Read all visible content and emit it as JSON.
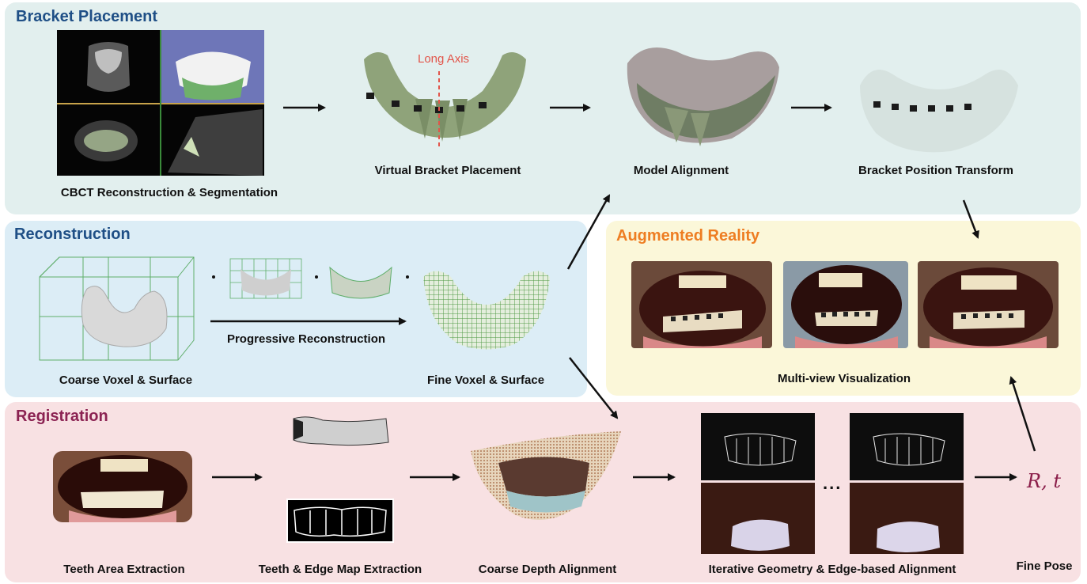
{
  "panels": {
    "bracket": {
      "title": "Bracket Placement",
      "color": "#1f4f86"
    },
    "reconstruction": {
      "title": "Reconstruction",
      "color": "#1f4f86"
    },
    "ar": {
      "title": "Augmented Reality",
      "color": "#ee7d22"
    },
    "registration": {
      "title": "Registration",
      "color": "#8b2252"
    }
  },
  "bracket": {
    "cbct_caption": "CBCT Reconstruction & Segmentation",
    "virtual_caption": "Virtual Bracket Placement",
    "long_axis_label": "Long Axis",
    "alignment_caption": "Model Alignment",
    "transform_caption": "Bracket Position Transform"
  },
  "reconstruction": {
    "coarse_caption": "Coarse Voxel & Surface",
    "progressive_caption": "Progressive Reconstruction",
    "fine_caption": "Fine Voxel & Surface"
  },
  "ar": {
    "multiview_caption": "Multi-view Visualization"
  },
  "registration": {
    "teeth_area_caption": "Teeth Area Extraction",
    "edge_map_caption": "Teeth & Edge Map Extraction",
    "depth_caption": "Coarse Depth Alignment",
    "iterative_caption": "Iterative Geometry & Edge-based Alignment",
    "ellipsis": "...",
    "pose_symbol": "R, t",
    "fine_pose_caption": "Fine Pose"
  }
}
